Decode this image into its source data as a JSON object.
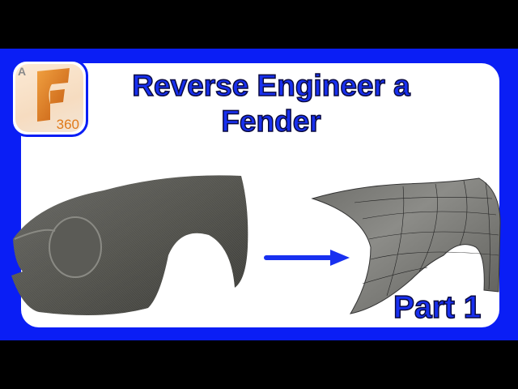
{
  "logo": {
    "brand_letter": "A",
    "product_letter": "F",
    "version": "360"
  },
  "title": {
    "line1": "Reverse Engineer a",
    "line2": "Fender"
  },
  "subtitle": "Part 1",
  "colors": {
    "frame_blue": "#0a1ef5",
    "title_blue": "#1830f0",
    "logo_orange": "#e07a1a",
    "background": "#000000",
    "panel": "#ffffff"
  },
  "images": {
    "left": "scanned-fender-mesh",
    "right": "surface-modeled-fender",
    "arrow": "right-arrow"
  }
}
